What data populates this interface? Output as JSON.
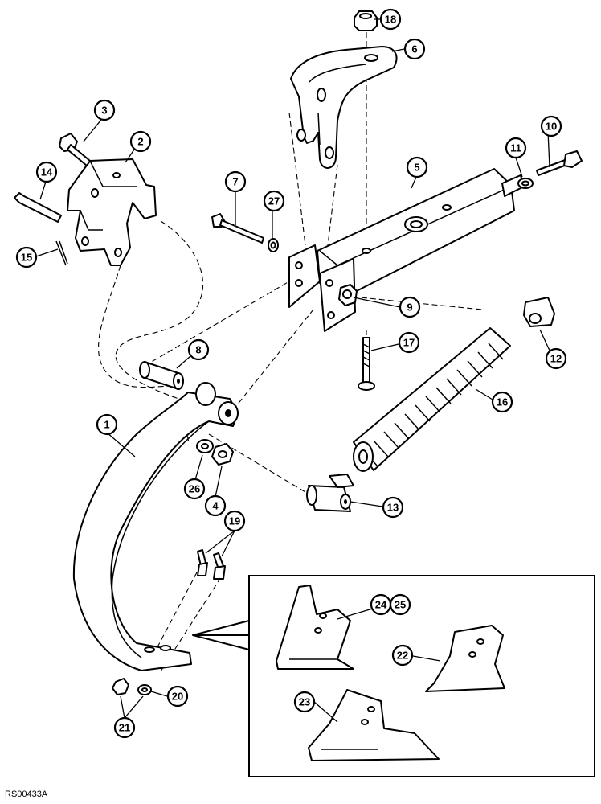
{
  "diagram": {
    "reference_code": "RS00433A",
    "callouts": {
      "p1": "1",
      "p2": "2",
      "p3": "3",
      "p4": "4",
      "p5": "5",
      "p6": "6",
      "p7": "7",
      "p8": "8",
      "p9": "9",
      "p10": "10",
      "p11": "11",
      "p12": "12",
      "p13": "13",
      "p14": "14",
      "p15": "15",
      "p16": "16",
      "p17": "17",
      "p18": "18",
      "p19": "19",
      "p20": "20",
      "p21": "21",
      "p22": "22",
      "p23": "23",
      "p24": "24",
      "p25": "25",
      "p26": "26",
      "p27": "27"
    }
  }
}
